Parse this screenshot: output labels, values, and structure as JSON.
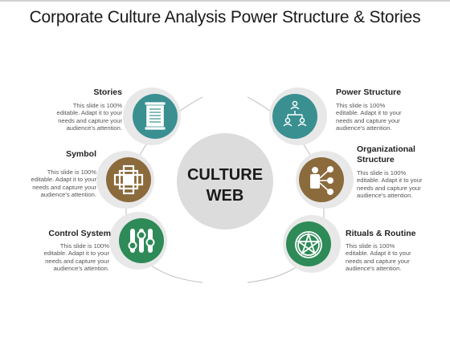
{
  "title": "Corporate Culture Analysis Power Structure & Stories",
  "center": {
    "line1": "CULTURE",
    "line2": "WEB"
  },
  "colors": {
    "teal": "#3a8f91",
    "brown": "#8b6a3c",
    "green": "#2e8a57",
    "ring": "#e8e8e8",
    "center": "#dcdcdc"
  },
  "items": [
    {
      "title": "Stories",
      "desc": [
        "This slide is 100%",
        "editable. Adapt it to your",
        "needs and capture your",
        "audience's attention."
      ],
      "icon": "document-icon",
      "color": "teal"
    },
    {
      "title": "Symbol",
      "desc": [
        "This slide is 100%",
        "editable. Adapt it to your",
        "needs and capture your",
        "audience's attention."
      ],
      "icon": "knot-symbol-icon",
      "color": "brown"
    },
    {
      "title": "Control System",
      "desc": [
        "This slide is 100%",
        "editable. Adapt it to your",
        "needs and capture your",
        "audience's attention."
      ],
      "icon": "sliders-icon",
      "color": "green"
    },
    {
      "title": "Power Structure",
      "desc": [
        "This slide is 100%",
        "editable. Adapt it to your",
        "needs and capture your",
        "audience's attention."
      ],
      "icon": "org-hierarchy-icon",
      "color": "teal"
    },
    {
      "title_lines": [
        "Organizational",
        "Structure"
      ],
      "desc": [
        "This slide is 100%",
        "editable. Adapt it to your",
        "needs and capture your",
        "audience's attention."
      ],
      "icon": "team-network-icon",
      "color": "brown"
    },
    {
      "title": "Rituals & Routine",
      "desc": [
        "This slide is 100%",
        "editable. Adapt it to your",
        "needs and capture your",
        "audience's attention."
      ],
      "icon": "pentagram-icon",
      "color": "green"
    }
  ]
}
